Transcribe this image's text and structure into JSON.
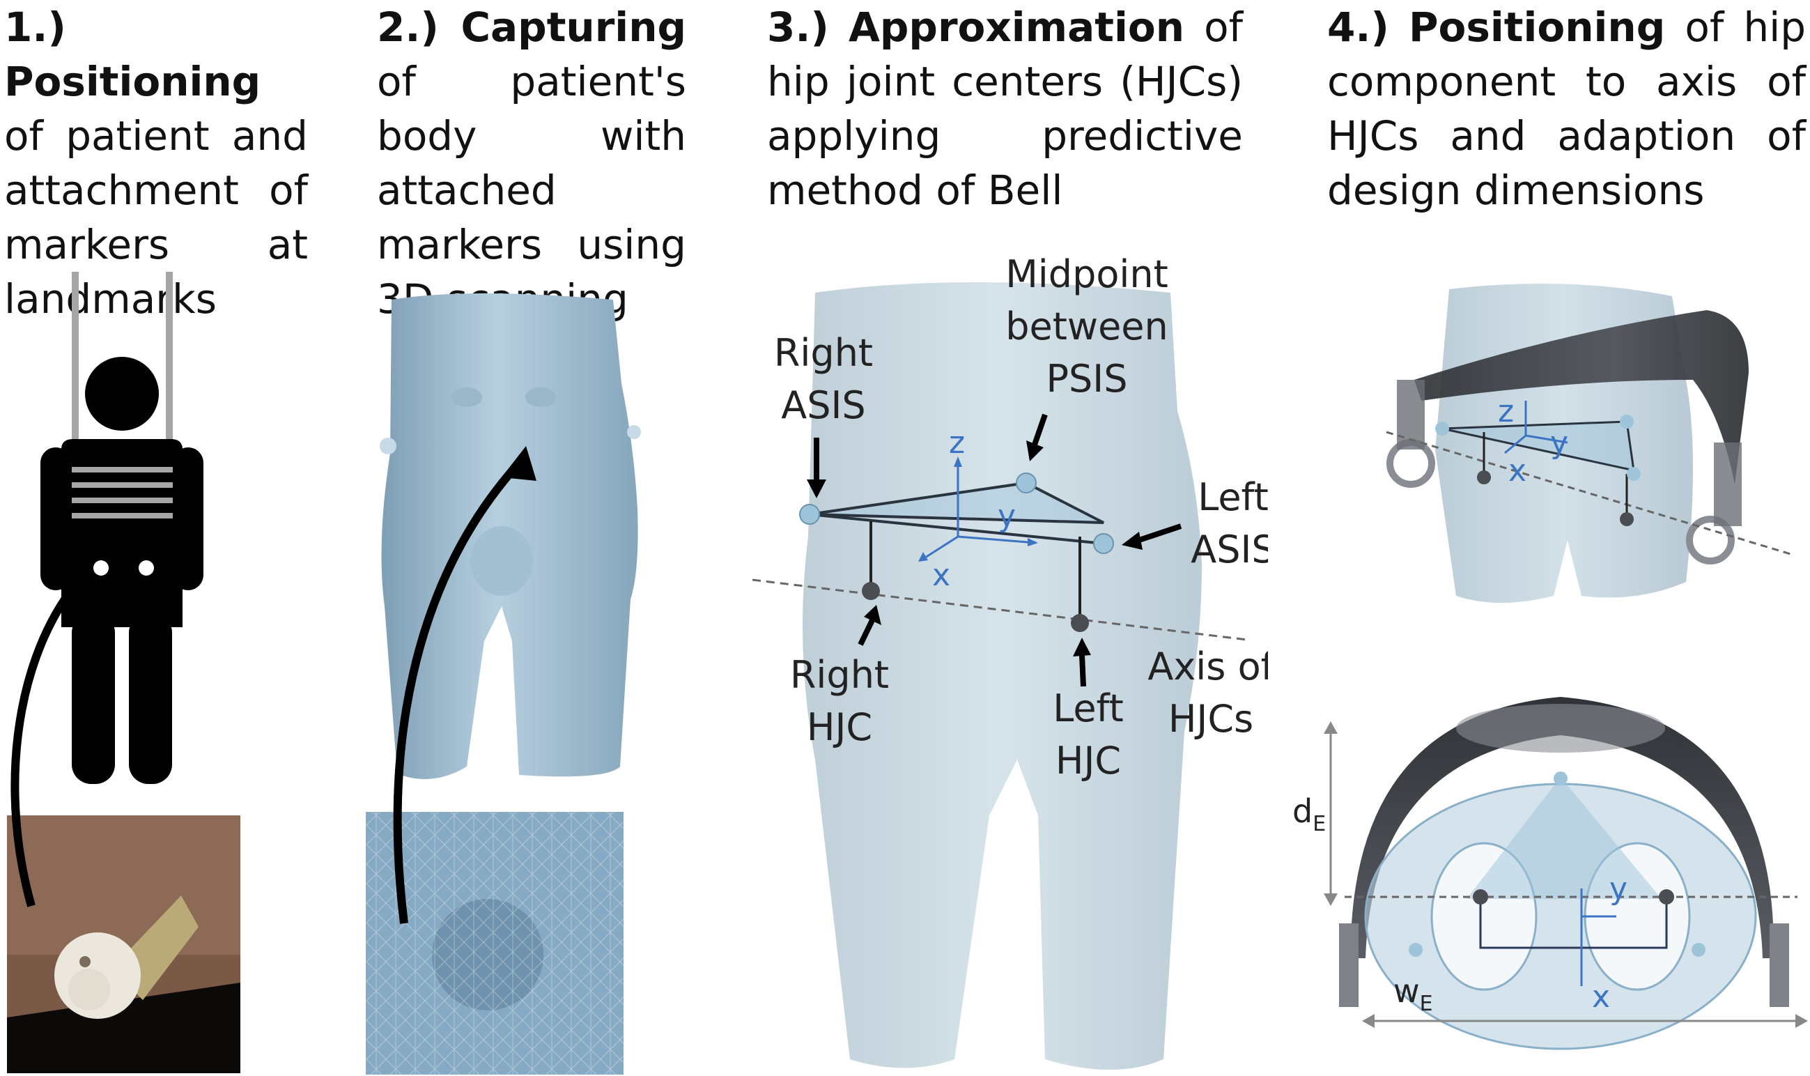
{
  "steps": [
    {
      "number": "1.)",
      "keyword": "Positioning",
      "description": "of patient and attachment of markers at landmarks"
    },
    {
      "number": "2.)",
      "keyword": "Capturing",
      "description": "of patient's body with attached markers using 3D scanning"
    },
    {
      "number": "3.)",
      "keyword": "Approximation",
      "description": "of hip joint centers (HJCs) applying predictive method of Bell"
    },
    {
      "number": "4.)",
      "keyword": "Positioning",
      "description": "of hip component to axis of HJCs and adaption of design dimensions"
    }
  ],
  "step3_labels": {
    "right_asis_1": "Right",
    "right_asis_2": "ASIS",
    "midpoint_1": "Midpoint",
    "midpoint_2": "between",
    "midpoint_3": "PSIS",
    "left_asis_1": "Left",
    "left_asis_2": "ASIS",
    "right_hjc_1": "Right",
    "right_hjc_2": "HJC",
    "left_hjc_1": "Left",
    "left_hjc_2": "HJC",
    "axis_1": "Axis of",
    "axis_2": "HJCs",
    "axis_x": "x",
    "axis_y": "y",
    "axis_z": "z"
  },
  "step4_labels": {
    "axis_x": "x",
    "axis_y": "y",
    "axis_z": "z",
    "depth": "d",
    "depth_sub": "E",
    "width": "w",
    "width_sub": "E"
  },
  "colors": {
    "body_mesh": "#a9c4d6",
    "body_mesh_light": "#c9dbe6",
    "marker": "#9ec4da",
    "axis_blue": "#3b74c2",
    "component_dark": "#3a3d42",
    "pictogram": "#000000",
    "harness": "#a6a6a6"
  }
}
